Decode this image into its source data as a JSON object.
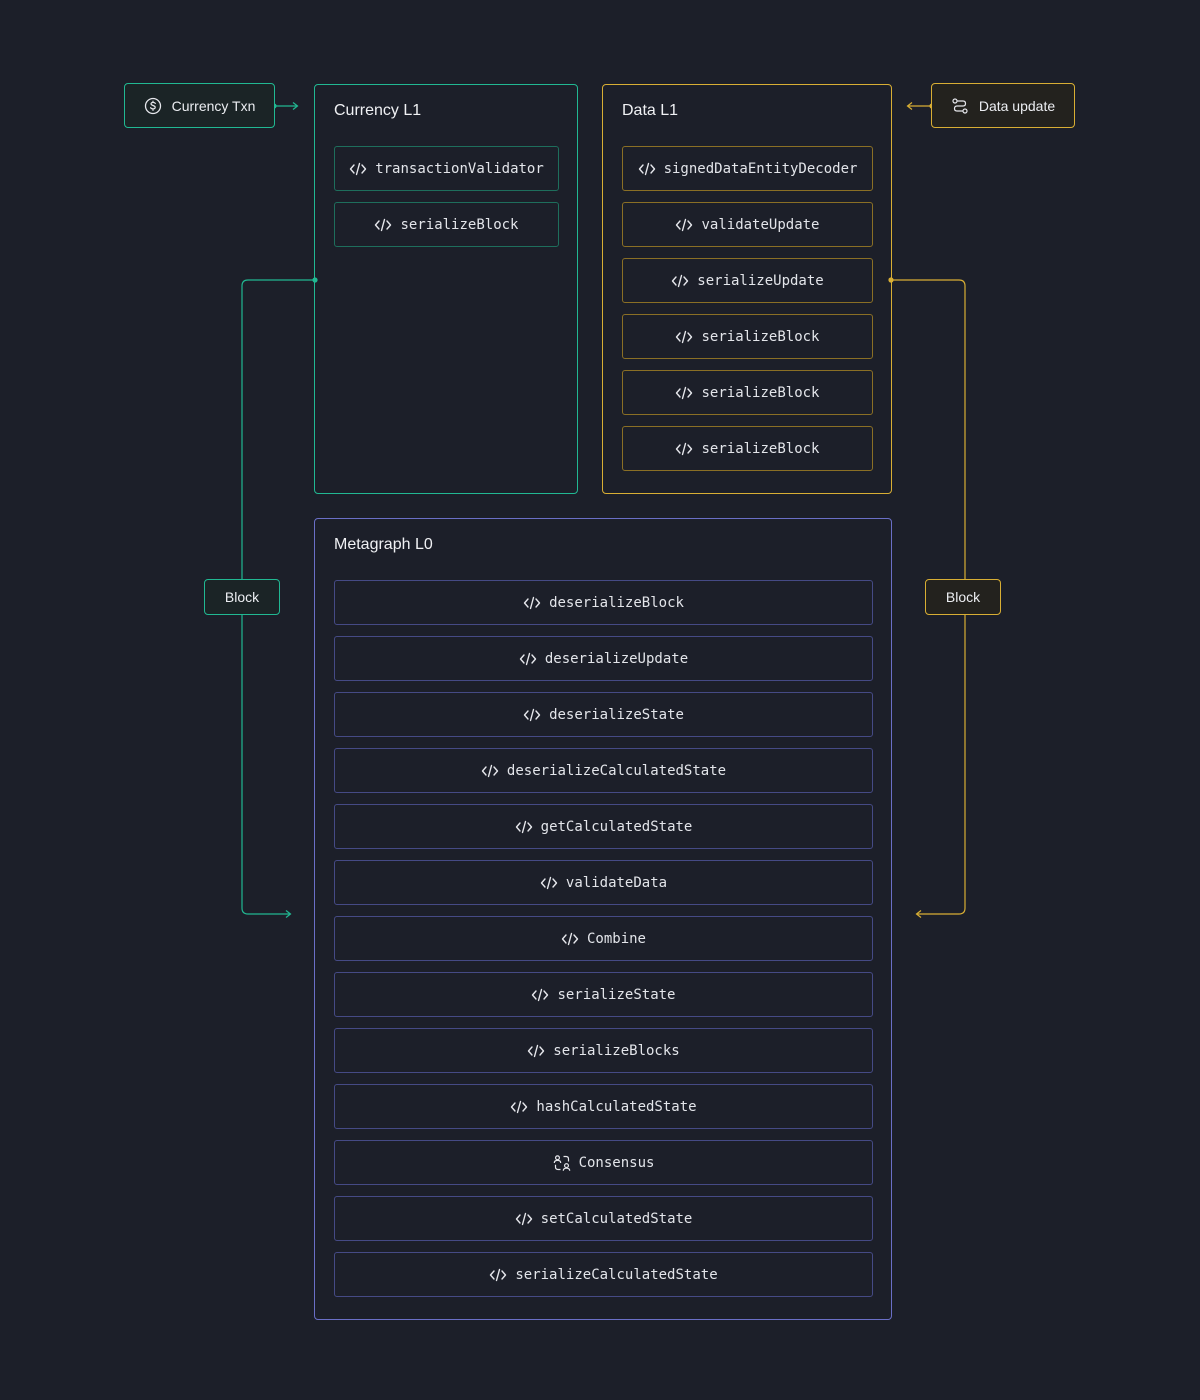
{
  "colors": {
    "currency": "#21b892",
    "data": "#d8ae34",
    "metagraph": "#6a6fc6",
    "background": "#1c1f29"
  },
  "inputs": {
    "currency_txn": {
      "label": "Currency Txn",
      "icon": "dollar-coin-icon"
    },
    "data_update": {
      "label": "Data update",
      "icon": "route-nodes-icon"
    }
  },
  "currency_l1": {
    "title": "Currency L1",
    "functions": [
      "transactionValidator",
      "serializeBlock"
    ]
  },
  "data_l1": {
    "title": "Data L1",
    "functions": [
      "signedDataEntityDecoder",
      "validateUpdate",
      "serializeUpdate",
      "serializeBlock",
      "serializeBlock",
      "serializeBlock"
    ]
  },
  "metagraph_l0": {
    "title": "Metagraph L0",
    "functions": [
      "deserializeBlock",
      "deserializeUpdate",
      "deserializeState",
      "deserializeCalculatedState",
      "getCalculatedState",
      "validateData",
      "Combine",
      "serializeState",
      "serializeBlocks",
      "hashCalculatedState",
      "Consensus",
      "setCalculatedState",
      "serializeCalculatedState"
    ],
    "consensus_icon": "users-cycle-icon"
  },
  "connectors": {
    "left_label": "Block",
    "right_label": "Block"
  }
}
